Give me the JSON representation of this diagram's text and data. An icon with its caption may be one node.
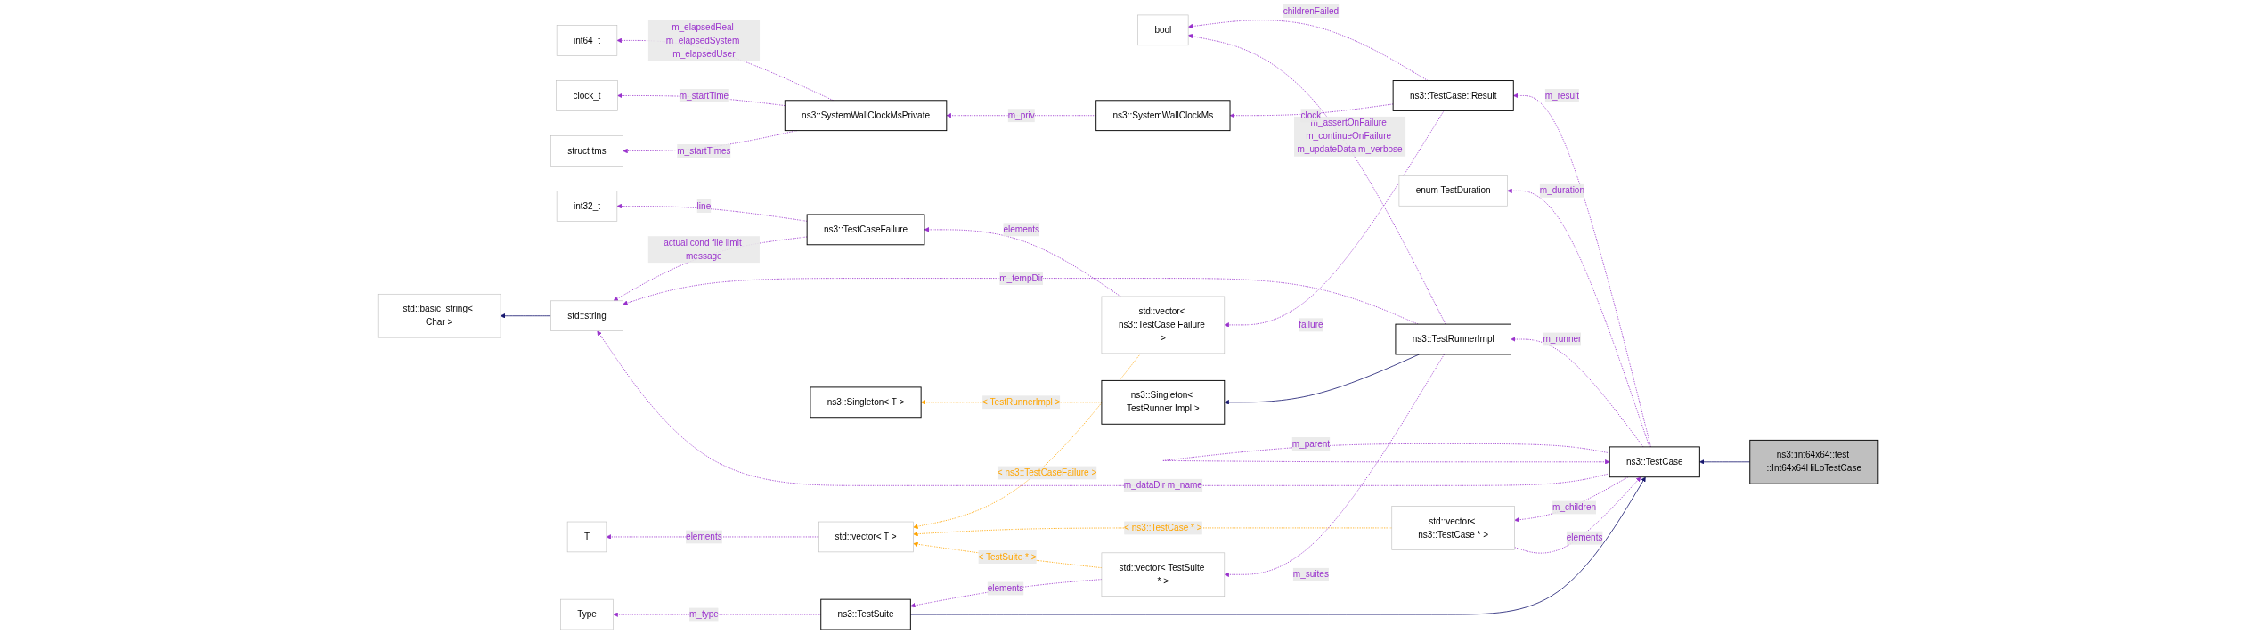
{
  "diagram": {
    "nodes": [
      {
        "text": [
          "std::basic_string< Char >"
        ]
      },
      {
        "text": [
          "int64_t"
        ]
      },
      {
        "text": [
          "clock_t"
        ]
      },
      {
        "text": [
          "struct tms"
        ]
      },
      {
        "text": [
          "int32_t"
        ]
      },
      {
        "text": [
          "std::string"
        ]
      },
      {
        "text": [
          "T"
        ]
      },
      {
        "text": [
          "ns3::SystemWallClockMsPrivate"
        ]
      },
      {
        "text": [
          "ns3::TestCaseFailure"
        ]
      },
      {
        "text": [
          "std::vector< T >"
        ]
      },
      {
        "text": [
          "bool"
        ]
      },
      {
        "text": [
          "ns3::SystemWallClockMs"
        ]
      },
      {
        "text": [
          "std::vector< ns3::TestCase Failure >"
        ]
      },
      {
        "text": [
          "ns3::TestCase::Result"
        ]
      },
      {
        "text": [
          "enum TestDuration"
        ]
      },
      {
        "text": [
          "Type"
        ]
      },
      {
        "text": [
          "ns3::TestCase"
        ]
      },
      {
        "text": [
          "ns3::Singleton< T >"
        ]
      },
      {
        "text": [
          "ns3::int64x64::test ::Int64x64HiLoTestCase"
        ]
      },
      {
        "text": [
          "std::vector< ns3::TestCase * >"
        ]
      },
      {
        "text": [
          "ns3::TestSuite"
        ]
      },
      {
        "text": [
          "std::vector< TestSuite * >"
        ]
      },
      {
        "text": [
          "ns3::TestRunnerImpl"
        ]
      },
      {
        "text": [
          "ns3::Singleton< TestRunner Impl >"
        ]
      }
    ],
    "edges": [
      {
        "from": 5,
        "to": 0,
        "arrow": "to",
        "color": "#191970"
      },
      {
        "from": 7,
        "to": 1,
        "arrow": "to",
        "style": "dashed",
        "label": "m_elapsedReal m_elapsedSystem m_elapsedUser"
      },
      {
        "from": 7,
        "to": 2,
        "arrow": "to",
        "style": "dashed",
        "label": "m_startTime"
      },
      {
        "from": 7,
        "to": 3,
        "arrow": "to",
        "style": "dashed",
        "label": "m_startTimes"
      },
      {
        "from": 8,
        "to": 4,
        "arrow": "to",
        "style": "dashed",
        "label": "line"
      },
      {
        "from": 8,
        "to": 5,
        "arrow": "to",
        "style": "dashed",
        "label": "actual cond file limit message"
      },
      {
        "from": 22,
        "to": 5,
        "arrow": "to",
        "style": "dashed",
        "label": "m_tempDir"
      },
      {
        "from": 16,
        "to": 5,
        "arrow": "to",
        "style": "dashed",
        "label": "m_dataDir m_name"
      },
      {
        "from": 11,
        "to": 7,
        "arrow": "to",
        "style": "dashed",
        "label": "m_priv"
      },
      {
        "from": 9,
        "to": 6,
        "arrow": "to",
        "style": "dashed",
        "label": "elements"
      },
      {
        "from": 12,
        "to": 8,
        "arrow": "to",
        "style": "dashed",
        "label": "elements"
      },
      {
        "from": 12,
        "to": 9,
        "arrow": "to",
        "style": "dashed",
        "color": "#ffa500",
        "label": "< ns3::TestCaseFailure >"
      },
      {
        "from": 19,
        "to": 9,
        "arrow": "to",
        "style": "dashed",
        "color": "#ffa500",
        "label": "< ns3::TestCase * >"
      },
      {
        "from": 21,
        "to": 9,
        "arrow": "to",
        "style": "dashed",
        "color": "#ffa500",
        "label": "< TestSuite * >"
      },
      {
        "from": 13,
        "to": 10,
        "arrow": "to",
        "style": "dashed",
        "label": "childrenFailed"
      },
      {
        "from": 22,
        "to": 10,
        "arrow": "to",
        "style": "dashed",
        "label": "m_assertOnFailure m_continueOnFailure m_updateData m_verbose"
      },
      {
        "from": 13,
        "to": 11,
        "arrow": "to",
        "style": "dashed",
        "label": "clock"
      },
      {
        "from": 13,
        "to": 12,
        "arrow": "to",
        "style": "dashed",
        "label": "failure"
      },
      {
        "from": 16,
        "to": 13,
        "arrow": "to",
        "style": "dashed",
        "label": "m_result"
      },
      {
        "from": 16,
        "to": 14,
        "arrow": "to",
        "style": "dashed",
        "label": "m_duration"
      },
      {
        "from": 16,
        "to": 16,
        "arrow": "to",
        "style": "dashed",
        "label": "m_parent"
      },
      {
        "from": 18,
        "to": 16,
        "arrow": "to",
        "color": "#191970"
      },
      {
        "from": 16,
        "to": 19,
        "arrow": "to",
        "style": "dashed",
        "label": "m_children"
      },
      {
        "from": 19,
        "to": 16,
        "arrow": "to",
        "style": "dashed",
        "label": "elements"
      },
      {
        "from": 20,
        "to": 16,
        "arrow": "to",
        "color": "#191970"
      },
      {
        "from": 16,
        "to": 22,
        "arrow": "to",
        "style": "dashed",
        "label": "m_runner"
      },
      {
        "from": 20,
        "to": 15,
        "arrow": "to",
        "style": "dashed",
        "label": "m_type"
      },
      {
        "from": 21,
        "to": 20,
        "arrow": "to",
        "style": "dashed",
        "label": "elements"
      },
      {
        "from": 22,
        "to": 21,
        "arrow": "to",
        "style": "dashed",
        "label": "m_suites"
      },
      {
        "from": 22,
        "to": 23,
        "arrow": "to",
        "color": "#191970"
      },
      {
        "from": 23,
        "to": 17,
        "arrow": "to",
        "style": "dashed",
        "color": "#ffa500",
        "label": "< TestRunnerImpl >"
      }
    ]
  }
}
